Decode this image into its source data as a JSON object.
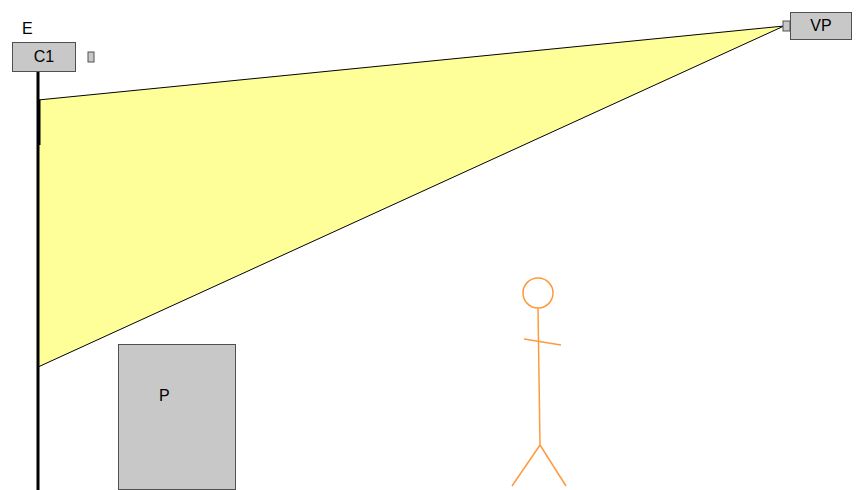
{
  "diagram": {
    "nodes": [
      {
        "text": [
          "C1"
        ]
      },
      {
        "text": [
          "VP"
        ]
      },
      {
        "text": [
          "P"
        ]
      }
    ],
    "labels": [
      "E"
    ]
  }
}
